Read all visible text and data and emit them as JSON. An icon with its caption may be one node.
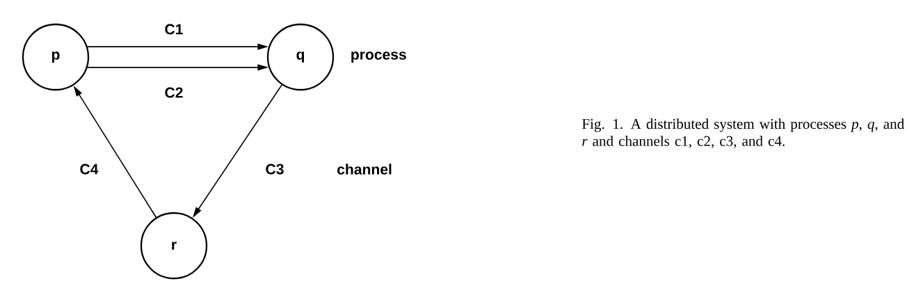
{
  "diagram": {
    "caption": "Fig. 1.  A distributed system with processes *p*, *q*, and *r* and channels c1, c2, c3, and c4.",
    "nodes": [
      {
        "text": [
          "p"
        ]
      },
      {
        "text": [
          "q"
        ],
        "beside": [
          "process"
        ]
      },
      {
        "text": [
          "r"
        ]
      }
    ],
    "edges": [
      {
        "from": 0,
        "to": 1,
        "arrow": "to",
        "label": "C1"
      },
      {
        "from": 0,
        "to": 1,
        "arrow": "to",
        "label": "C2"
      },
      {
        "from": 1,
        "to": 2,
        "arrow": "to",
        "label": "C3"
      },
      {
        "from": 2,
        "to": 0,
        "arrow": "to",
        "label": "C4"
      }
    ],
    "labels": [
      "channel"
    ]
  }
}
